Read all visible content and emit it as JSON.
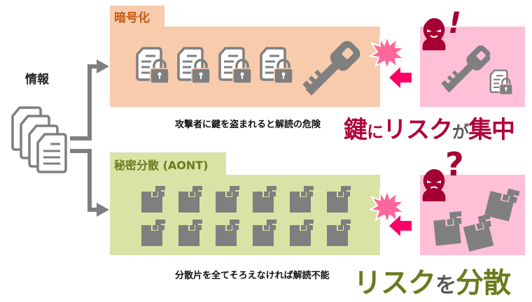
{
  "left": {
    "label": "情報",
    "icon": "stacked-documents-icon"
  },
  "encryption": {
    "tab_label": "暗号化",
    "encrypted_file_count": 4,
    "encrypted_file_icon": "locked-document-icon",
    "key_icon": "key-icon",
    "description": "攻撃者に鍵を盗まれると解読の危険",
    "headline": {
      "part1": "鍵",
      "part2": "に",
      "part3": "リスク",
      "part4": "が",
      "part5": "集中"
    },
    "attacker_symbol": "!"
  },
  "secret_sharing": {
    "tab_label": "秘密分散 (AONT)",
    "fragment_rows": 2,
    "fragment_cols": 6,
    "fragment_icon": "data-fragment-icon",
    "description": "分散片を全てそろえなければ解読不能",
    "headline": {
      "part1": "リスク",
      "part2": "を",
      "part3": "分散"
    },
    "attacker_symbol": "?"
  },
  "colors": {
    "encryption_bg": "#f8cbad",
    "encryption_text": "#c55a11",
    "secret_sharing_bg": "#d9e3a5",
    "secret_sharing_text": "#6b7a1e",
    "attack_zone_bg": "#ffbfd7",
    "attacker": "#a50034",
    "alert_red": "#b0003a",
    "attack_arrow": "#ff0066",
    "burst": "#ff6699",
    "icon_gray": "#7f7f7f"
  }
}
